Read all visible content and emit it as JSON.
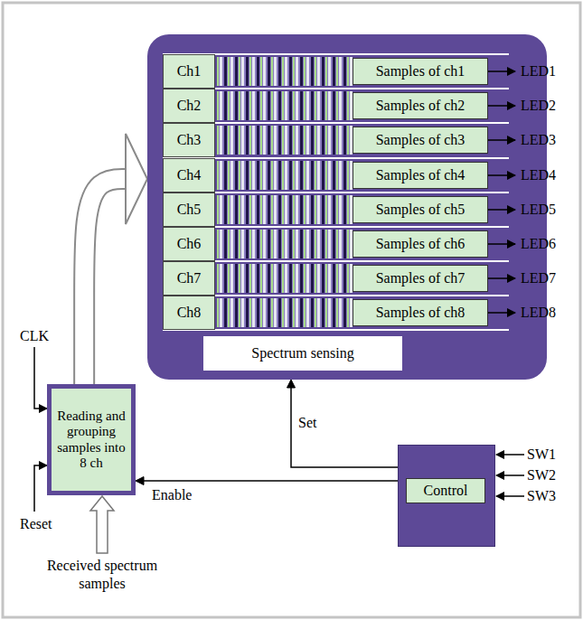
{
  "diagram": {
    "nodes": [
      {
        "text": [
          "Spectrum sensing"
        ]
      },
      {
        "text": [
          "Ch1"
        ],
        "in": 0
      },
      {
        "text": [
          "Samples of ch1"
        ],
        "in": 0
      },
      {
        "text": [
          "Ch2"
        ],
        "in": 0
      },
      {
        "text": [
          "Samples of ch2"
        ],
        "in": 0
      },
      {
        "text": [
          "Ch3"
        ],
        "in": 0
      },
      {
        "text": [
          "Samples of ch3"
        ],
        "in": 0
      },
      {
        "text": [
          "Ch4"
        ],
        "in": 0
      },
      {
        "text": [
          "Samples of ch4"
        ],
        "in": 0
      },
      {
        "text": [
          "Ch5"
        ],
        "in": 0
      },
      {
        "text": [
          "Samples of ch5"
        ],
        "in": 0
      },
      {
        "text": [
          "Ch6"
        ],
        "in": 0
      },
      {
        "text": [
          "Samples of ch6"
        ],
        "in": 0
      },
      {
        "text": [
          "Ch7"
        ],
        "in": 0
      },
      {
        "text": [
          "Samples of ch7"
        ],
        "in": 0
      },
      {
        "text": [
          "Ch8"
        ],
        "in": 0
      },
      {
        "text": [
          "Samples of ch8"
        ],
        "in": 0
      },
      {
        "text": [
          "Reading and grouping samples into 8 ch"
        ]
      },
      {
        "text": [
          "Control"
        ]
      }
    ],
    "edges": [
      {
        "from": 17,
        "to": 0,
        "arrow": "to"
      },
      {
        "from": 18,
        "to": 0,
        "label": "Set",
        "arrow": "to"
      },
      {
        "from": 18,
        "to": 17,
        "label": "Enable",
        "arrow": "to"
      }
    ],
    "labels": [
      "CLK",
      "Reset",
      "Received spectrum samples",
      "LED1",
      "LED2",
      "LED3",
      "LED4",
      "LED5",
      "LED6",
      "LED7",
      "LED8",
      "SW1",
      "SW2",
      "SW3"
    ]
  }
}
